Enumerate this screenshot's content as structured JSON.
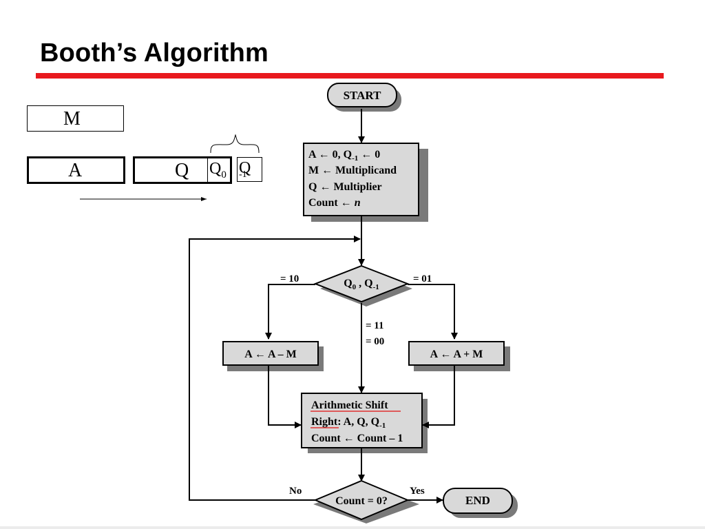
{
  "slide": {
    "title": "Booth’s Algorithm"
  },
  "registers": {
    "m": "M",
    "a": "A",
    "q": "Q",
    "q0": {
      "base": "Q",
      "sub": "0"
    },
    "qm1": {
      "base": "Q",
      "sub": "-1"
    }
  },
  "flowchart": {
    "start": "START",
    "init": {
      "line1": {
        "pre": "A ← 0, Q",
        "sub": "-1",
        "post": " ← 0"
      },
      "line2": "M ← Multiplicand",
      "line3": "Q ← Multiplier",
      "line4": {
        "pre": "Count ← ",
        "var": "n"
      }
    },
    "decision": {
      "q": "Q",
      "sub0": "0",
      "mid": " , Q",
      "sub1": "-1"
    },
    "branch_left_label": "= 10",
    "branch_right_label": "= 01",
    "branch_mid_label1": "= 11",
    "branch_mid_label2": "= 00",
    "subtract": "A ← A – M",
    "add": "A ← A + M",
    "shift": {
      "line1": "Arithmetic Shift",
      "line2_word": "Right",
      "line2_pre": ": A, Q, Q",
      "line2_sub": "-1",
      "line3": "Count ← Count – 1"
    },
    "count_check": "Count = 0?",
    "no_label": "No",
    "yes_label": "Yes",
    "end": "END"
  },
  "colors": {
    "title_rule": "#e8191e",
    "box_fill": "#d9d9d9",
    "shadow": "#7a7a7a",
    "spell_underline": "#e03030"
  }
}
